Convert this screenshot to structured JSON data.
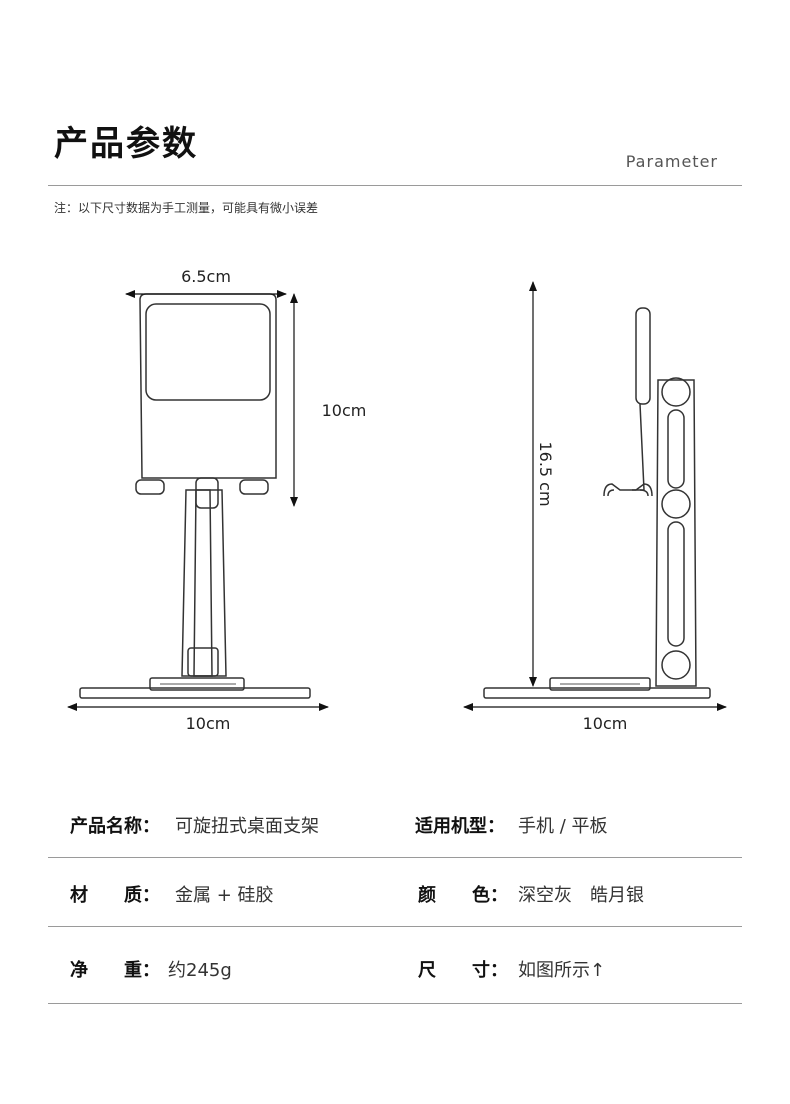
{
  "header": {
    "title": "产品参数",
    "subtitle": "Parameter",
    "note": "注：以下尺寸数据为手工测量，可能具有微小误差"
  },
  "dimensions": {
    "front_width": "6.5cm",
    "front_height": "10cm",
    "front_base": "10cm",
    "side_height": "16.5 cm",
    "side_base": "10cm"
  },
  "specs": [
    {
      "left": {
        "label": "产品名称：",
        "value": "可旋扭式桌面支架"
      },
      "right": {
        "label": "适用机型：",
        "value": "手机 / 平板"
      }
    },
    {
      "left": {
        "label": "材　　质：",
        "value": "金属 + 硅胶"
      },
      "right": {
        "label": "颜　　色：",
        "value": "深空灰　皓月银"
      }
    },
    {
      "left": {
        "label": "净　　重：",
        "value": "约245g"
      },
      "right": {
        "label": "尺　　寸：",
        "value": "如图所示↑"
      }
    }
  ]
}
